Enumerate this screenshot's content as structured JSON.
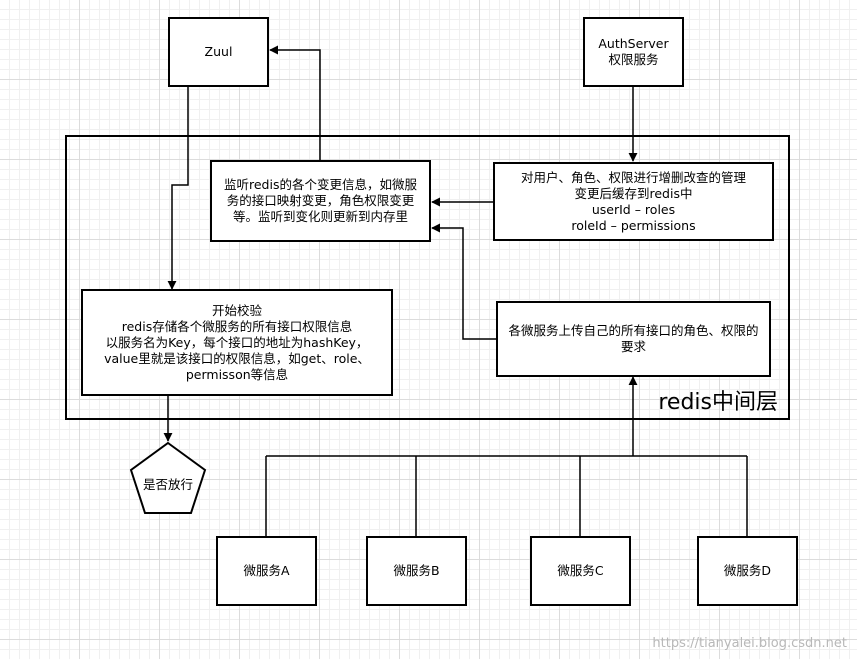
{
  "nodes": {
    "zuul": "Zuul",
    "authserver": "AuthServer\n权限服务",
    "listener": "监听redis的各个变更信息，如微服务的接口映射变更，角色权限变更等。监听到变化则更新到内存里",
    "admin": "对用户、角色、权限进行增删改查的管理\n变更后缓存到redis中\nuserId – roles\nroleId – permissions",
    "verify": "开始校验\nredis存储各个微服务的所有接口权限信息\n以服务名为Key，每个接口的地址为hashKey，\nvalue里就是该接口的权限信息，如get、role、permisson等信息",
    "upload": "各微服务上传自己的所有接口的角色、权限的要求",
    "decision": "是否放行",
    "service_a": "微服务A",
    "service_b": "微服务B",
    "service_c": "微服务C",
    "service_d": "微服务D"
  },
  "layer_label": "redis中间层",
  "watermark": "https://tianyalei.blog.csdn.net"
}
